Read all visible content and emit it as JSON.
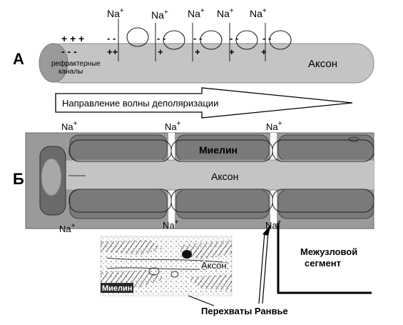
{
  "panel_a": {
    "label": "А",
    "axon_label": "Аксон",
    "refractory_label_line1": "рефрактерные",
    "refractory_label_line2": "каналы",
    "na_labels": [
      "Na+",
      "Na+",
      "Na+",
      "Na+",
      "Na+"
    ],
    "top_signs": [
      "+ + +",
      "- -",
      "- -",
      "- -",
      "- -",
      "- -"
    ],
    "bottom_signs": [
      "-  -  -",
      "++",
      "+",
      "+",
      "+",
      "+"
    ],
    "arrow_label": "Направление волны деполяризации"
  },
  "panel_b": {
    "label": "Б",
    "axon_label": "Аксон",
    "myelin_label": "Миелин",
    "na_top": [
      "Na+",
      "Na+",
      "Na+"
    ],
    "na_bottom": [
      "Na+",
      "Na+",
      "Na+"
    ]
  },
  "micrograph": {
    "axon_label": "Аксон",
    "myelin_label": "Миелин"
  },
  "callouts": {
    "internode_line1": "Межузловой",
    "internode_line2": "сегмент",
    "nodes_of_ranvier": "Перехваты Ранвье"
  },
  "colors": {
    "axon_fill": "#c4c4c4",
    "myelin_fill": "#7a7a7a",
    "axon_end": "#9a9a9a"
  }
}
